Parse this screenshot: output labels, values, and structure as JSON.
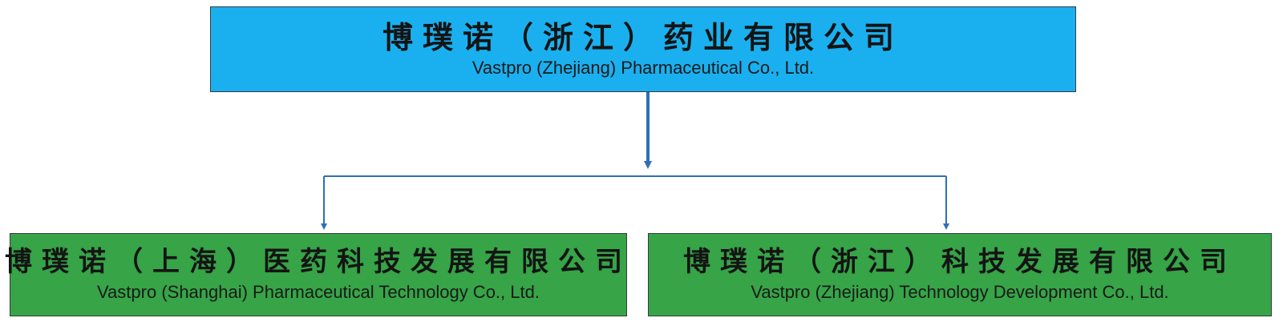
{
  "parent": {
    "name_cn": "博璞诺（浙江）药业有限公司",
    "name_en": "Vastpro (Zhejiang) Pharmaceutical Co., Ltd.",
    "fill": "#1ab0ef"
  },
  "children": [
    {
      "name_cn": "博璞诺（上海）医药科技发展有限公司",
      "name_en": "Vastpro (Shanghai) Pharmaceutical Technology Co., Ltd.",
      "fill": "#36a447"
    },
    {
      "name_cn": "博璞诺（浙江）科技发展有限公司",
      "name_en": "Vastpro (Zhejiang) Technology Development Co., Ltd.",
      "fill": "#36a447"
    }
  ],
  "connector_color": "#2f6fb8"
}
